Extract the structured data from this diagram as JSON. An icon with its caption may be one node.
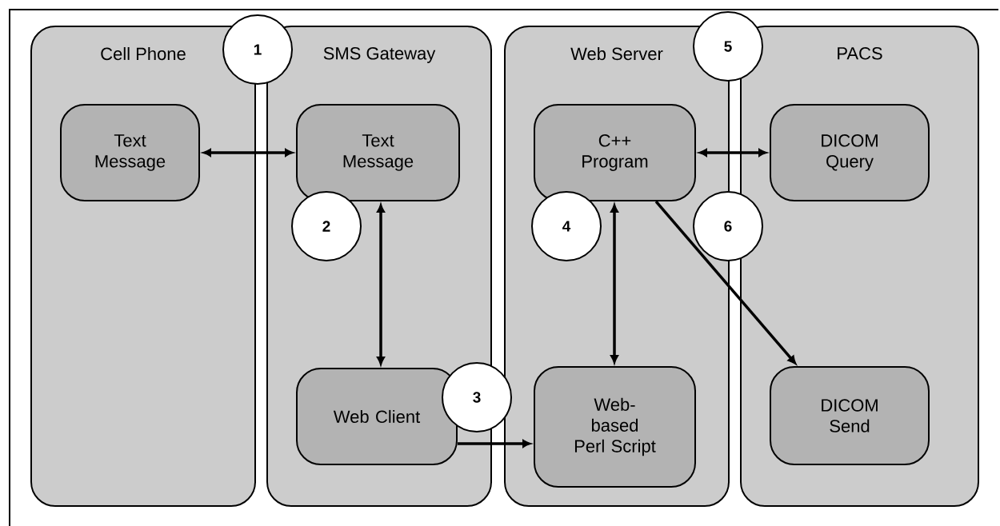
{
  "diagram": {
    "nodes": [
      {
        "text": [
          "Cell Phone"
        ]
      },
      {
        "text": [
          "Text Message"
        ],
        "in": 0
      },
      {
        "text": [
          "SMS Gateway"
        ]
      },
      {
        "text": [
          "Text Message"
        ],
        "in": 2
      },
      {
        "text": [
          "Web Client"
        ],
        "in": 2
      },
      {
        "text": [
          "Web Server"
        ]
      },
      {
        "text": [
          "C++ Program"
        ],
        "in": 5
      },
      {
        "text": [
          "Web-based Perl Script"
        ],
        "in": 5
      },
      {
        "text": [
          "PACS"
        ]
      },
      {
        "text": [
          "DICOM Query"
        ],
        "in": 8
      },
      {
        "text": [
          "DICOM Send"
        ],
        "in": 8
      },
      {
        "text": [
          "1"
        ]
      },
      {
        "text": [
          "2"
        ],
        "in": 2
      },
      {
        "text": [
          "3"
        ]
      },
      {
        "text": [
          "4"
        ],
        "in": 5
      },
      {
        "text": [
          "5"
        ]
      },
      {
        "text": [
          "6"
        ]
      }
    ],
    "edges": [
      {
        "from": 1,
        "to": 3,
        "arrow": "both"
      },
      {
        "from": 3,
        "to": 4,
        "arrow": "both"
      },
      {
        "from": 4,
        "to": 7,
        "arrow": "to"
      },
      {
        "from": 6,
        "to": 7,
        "arrow": "both"
      },
      {
        "from": 6,
        "to": 9,
        "arrow": "both"
      },
      {
        "from": 6,
        "to": 10,
        "arrow": "to"
      }
    ]
  }
}
